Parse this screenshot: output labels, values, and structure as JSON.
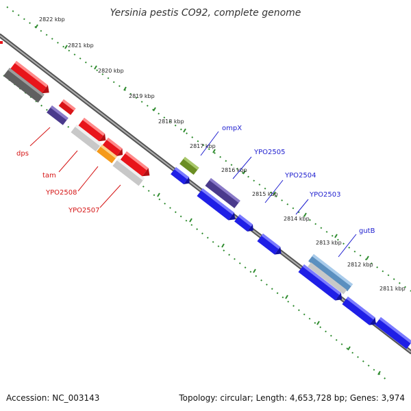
{
  "title": "Yersinia pestis CO92, complete genome",
  "footer": {
    "accession": "Accession: NC_003143",
    "summary": "Topology: circular; Length: 4,653,728 bp; Genes: 3,974"
  },
  "ticks": [
    "2822 kbp",
    "2821 kbp",
    "2820 kbp",
    "2819 kbp",
    "2818 kbp",
    "2817 kbp",
    "2816 kbp",
    "2815 kbp",
    "2814 kbp",
    "2813 kbp",
    "2812 kbp",
    "2811 kbp"
  ],
  "labels": {
    "left": [
      "dps",
      "tam",
      "YPO2508",
      "YPO2507"
    ],
    "right": [
      "ompX",
      "YPO2505",
      "YPO2504",
      "YPO2503",
      "gutB"
    ]
  },
  "colors": {
    "backbone": "#7a7a7a",
    "dots": "#2e8b2e",
    "red_feature": "#e8151b",
    "blue_feature": "#1f1fe6",
    "dark_feature": "#4a3a8c",
    "gray_feature": "#606060",
    "light_gray_feature": "#c8c8c8",
    "orange_feature": "#f59a1a",
    "green_feature": "#6b8e23",
    "steel_feature": "#5b8fbf",
    "left_label": "#d51414",
    "right_label": "#1d1dcf"
  }
}
